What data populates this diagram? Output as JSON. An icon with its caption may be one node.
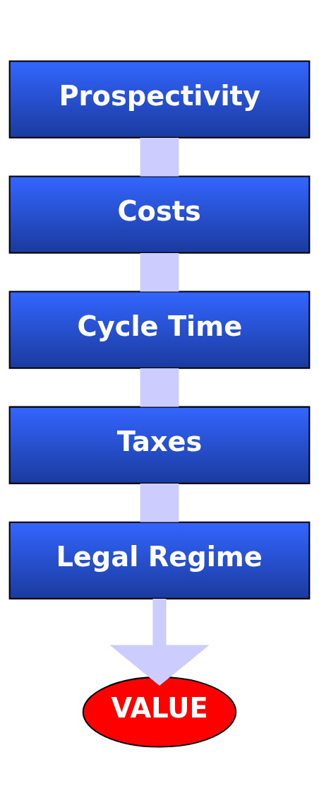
{
  "diagram": {
    "nodes": [
      {
        "text": [
          "Prospectivity"
        ]
      },
      {
        "text": [
          "Costs"
        ]
      },
      {
        "text": [
          "Cycle Time"
        ]
      },
      {
        "text": [
          "Taxes"
        ]
      },
      {
        "text": [
          "Legal Regime"
        ]
      },
      {
        "text": [
          "VALUE"
        ]
      }
    ],
    "edges": [
      {
        "from": 0,
        "to": 1,
        "arrow": "none"
      },
      {
        "from": 1,
        "to": 2,
        "arrow": "none"
      },
      {
        "from": 2,
        "to": 3,
        "arrow": "none"
      },
      {
        "from": 3,
        "to": 4,
        "arrow": "none"
      },
      {
        "from": 4,
        "to": 5,
        "arrow": "to"
      }
    ]
  }
}
